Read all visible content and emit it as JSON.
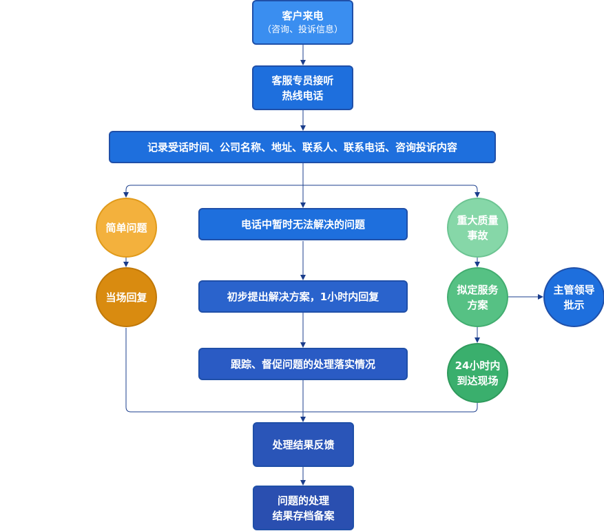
{
  "colors": {
    "line": "#1a3d8c",
    "blue_light": "#3a8ef0",
    "blue": "#1e6fdd",
    "blue_mid": "#2a63cc",
    "blue_dark": "#2a4fb0",
    "orange_light": "#f3b13d",
    "orange_dark": "#d98b10",
    "green_light": "#86d7a8",
    "green": "#56c184",
    "green_dark": "#3aaf6d"
  },
  "nodes": {
    "call_in": {
      "line1": "客户来电",
      "line2": "（咨询、投诉信息）"
    },
    "answer": {
      "line1": "客服专员接听",
      "line2": "热线电话"
    },
    "record": {
      "text": "记录受话时间、公司名称、地址、联系人、联系电话、咨询投诉内容"
    },
    "simple": {
      "text": "简单问题"
    },
    "reply_on_site": {
      "text": "当场回复"
    },
    "unresolved": {
      "text": "电话中暂时无法解决的问题"
    },
    "initial_plan": {
      "text": "初步提出解决方案，1小时内回复"
    },
    "follow_up": {
      "text": "跟踪、督促问题的处理落实情况"
    },
    "major": {
      "line1": "重大质量",
      "line2": "事故"
    },
    "draft_plan": {
      "line1": "拟定服务",
      "line2": "方案"
    },
    "approval": {
      "line1": "主管领导",
      "line2": "批示"
    },
    "arrive": {
      "line1": "24小时内",
      "line2": "到达现场"
    },
    "feedback": {
      "text": "处理结果反馈"
    },
    "archive": {
      "line1": "问题的处理",
      "line2": "结果存档备案"
    }
  }
}
